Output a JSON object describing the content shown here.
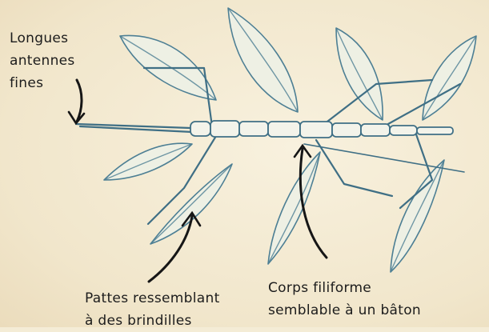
{
  "labels": {
    "antennae": [
      "Longues",
      "antennes",
      "fines"
    ],
    "legs": [
      "Pattes ressemblant",
      "à des brindilles"
    ],
    "body": [
      "Corps filiforme",
      "semblable à un bâton"
    ]
  },
  "colors": {
    "background": "#f4ecd6",
    "drawing_ink": "#4d7f94",
    "leaf_fill": "#eef0e4",
    "arrow_ink": "#161616"
  }
}
